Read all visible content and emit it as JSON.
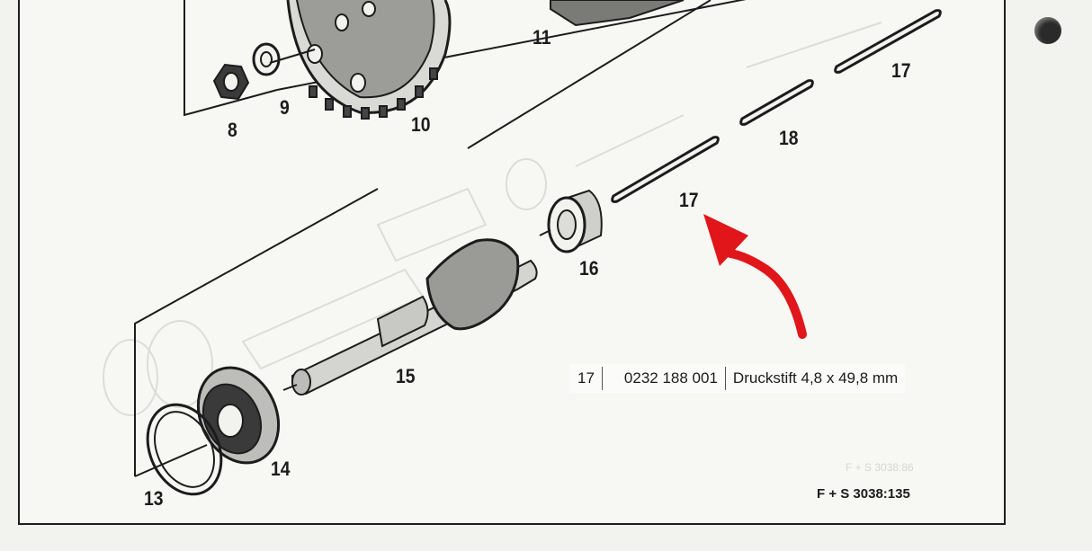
{
  "part_numbers": {
    "n8": "8",
    "n9": "9",
    "n10": "10",
    "n11": "11",
    "n13": "13",
    "n14": "14",
    "n15": "15",
    "n16": "16",
    "n17_top": "17",
    "n17_mid": "17",
    "n18": "18"
  },
  "parts_list_row": {
    "item": "17",
    "part_number": "0232 188 001",
    "description": "Druckstift 4,8 x 49,8 mm"
  },
  "document_reference": "F + S 3038:135",
  "ghost_reference": "F + S 3038:86",
  "colors": {
    "paper": "#f2f2ef",
    "ink": "#1c1c1c",
    "arrow": "#e0161a",
    "ghost": "#d8d8d4"
  },
  "icons": [
    "binder-hole-icon",
    "red-arrow-icon"
  ]
}
